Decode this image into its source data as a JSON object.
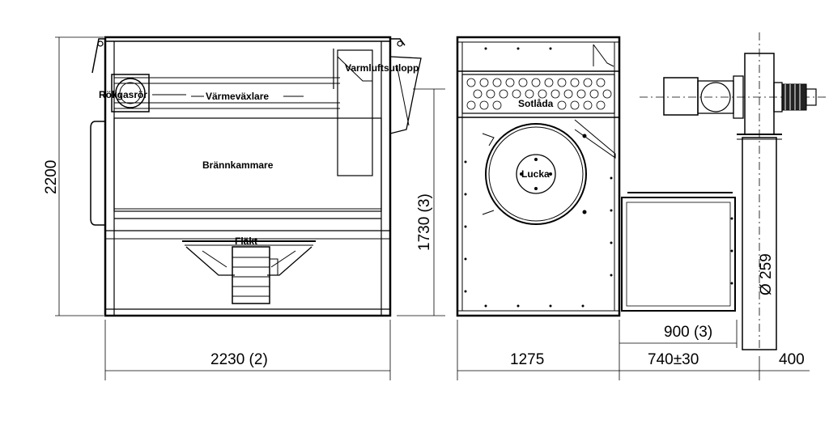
{
  "labels": {
    "rokgasror": "Rökgasrör",
    "varmevaxlare": "Värmeväxlare",
    "varmluftsutlopp": "Varmluftsutlopp",
    "brannkammare": "Brännkammare",
    "flakt": "Fläkt",
    "sotlada": "Sotlåda",
    "lucka": "Lucka"
  },
  "dimensions": {
    "height_total": "2200",
    "width_front": "2230 (2)",
    "height_outlet": "1730 (3)",
    "depth_side": "1275",
    "burner_length": "900 (3)",
    "burner_offset": "740±30",
    "diameter": "Ø 259",
    "chimney_offset": "400"
  }
}
